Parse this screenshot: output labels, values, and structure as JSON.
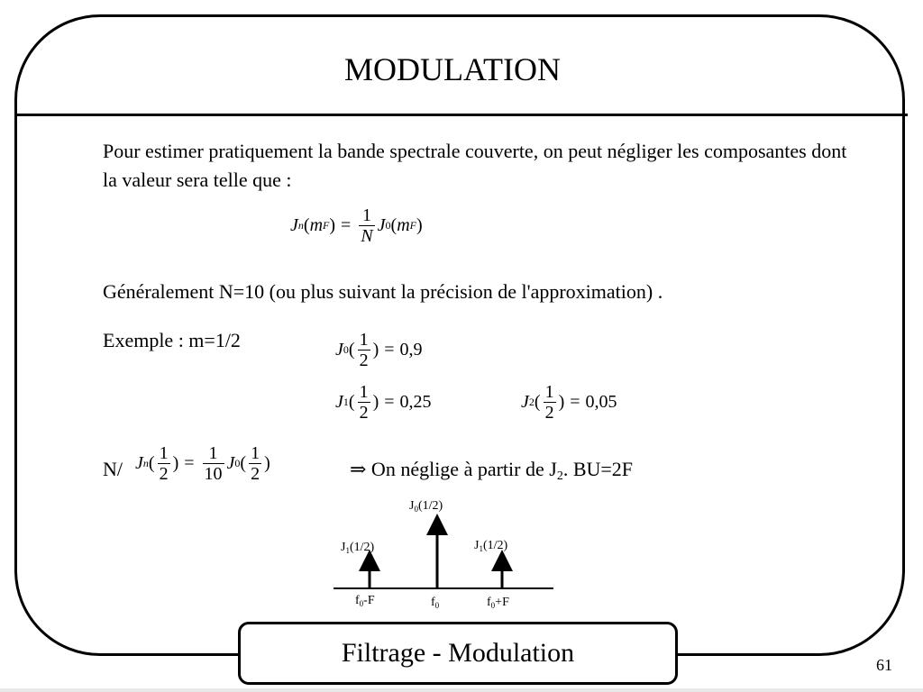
{
  "slide": {
    "title": "MODULATION",
    "intro": "Pour estimer pratiquement la bande spectrale couverte, on peut négliger les composantes dont la valeur sera telle que :",
    "general": "Généralement N=10 (ou plus suivant la précision de l'approximation) .",
    "example_label": "Exemple : m=1/2",
    "n_label": "N/",
    "conclusion_main": "⇒ On néglige à partir de J",
    "conclusion_sub": "2",
    "conclusion_end": ". BU=2F",
    "footer": "Filtrage - Modulation",
    "page_number": "61"
  },
  "formula": {
    "J": "J",
    "n": "n",
    "zero": "0",
    "one": "1",
    "two": "2",
    "ten": "10",
    "m": "m",
    "F": "F",
    "N": "N",
    "lpar": "(",
    "rpar": ")",
    "eq": "=",
    "val_j0": "0,9",
    "val_j1": "0,25",
    "val_j2": "0,05"
  },
  "spectrum": {
    "top_label_base": "J",
    "top_label_sub": "0",
    "top_label_arg": "(1/2)",
    "left_label_base": "J",
    "left_label_sub": "1",
    "left_label_arg": "(1/2)",
    "right_label_base": "J",
    "right_label_sub": "1",
    "right_label_arg": "(1/2)",
    "x_left_base": "f",
    "x_left_sub": "0",
    "x_left_rest": "-F",
    "x_mid_base": "f",
    "x_mid_sub": "0",
    "x_right_base": "f",
    "x_right_sub": "0",
    "x_right_rest": "+F",
    "relative_amplitudes": {
      "J0": 0.9,
      "J1": 0.25
    }
  }
}
